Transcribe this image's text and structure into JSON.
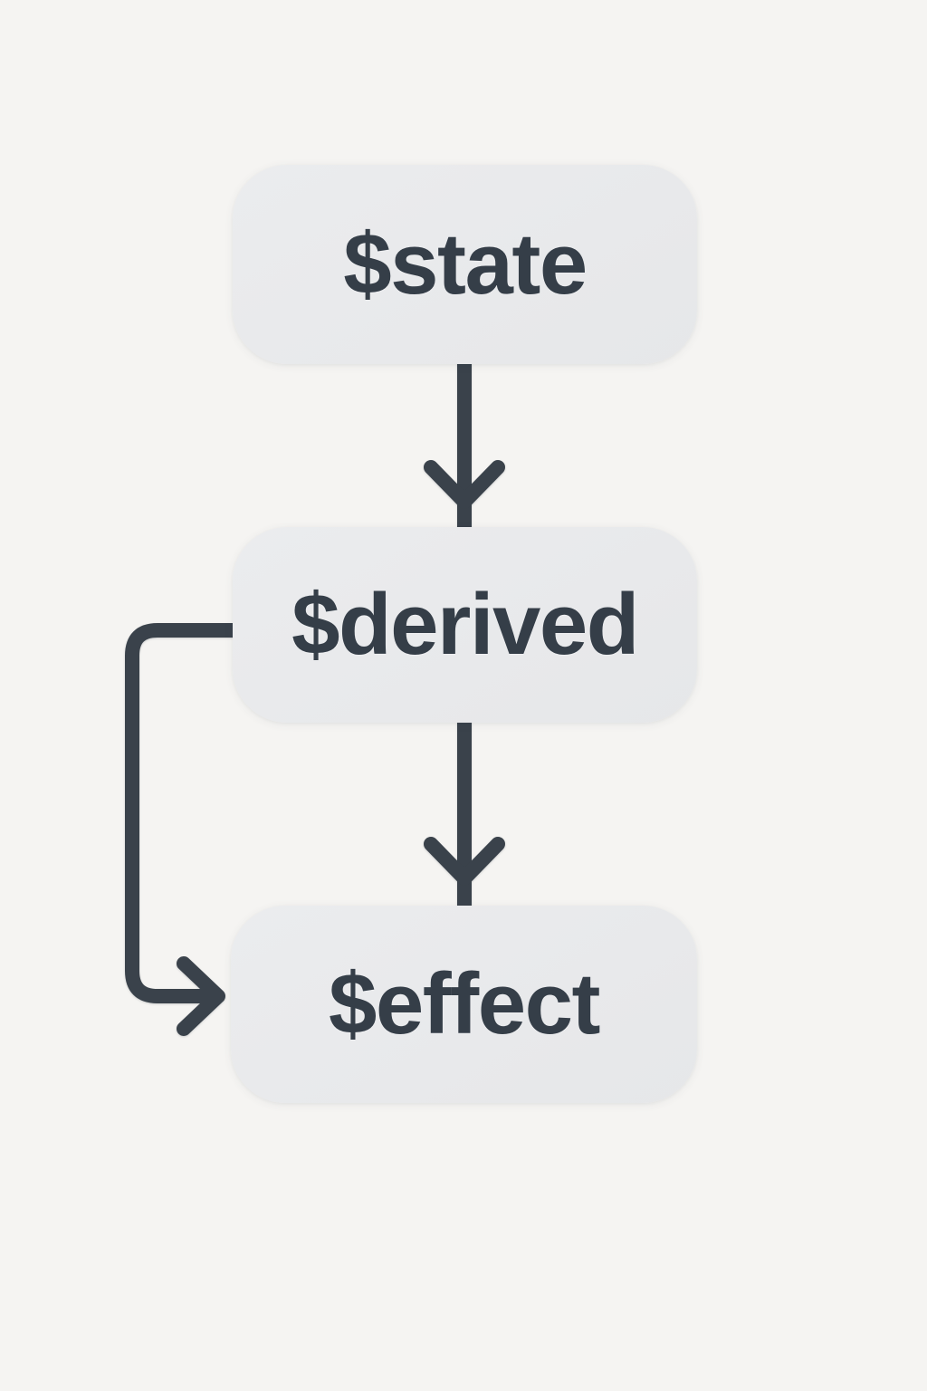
{
  "diagram": {
    "title": "svelte-runes-reactivity-flow",
    "colors": {
      "background": "#f5f4f2",
      "node_fill": "#e8e9ea",
      "line_ink": "#3a424b",
      "text_ink": "#353e48"
    },
    "nodes": [
      {
        "id": "state",
        "label": "$state"
      },
      {
        "id": "derived",
        "label": "$derived"
      },
      {
        "id": "effect",
        "label": "$effect"
      }
    ],
    "edges": [
      {
        "from": "state",
        "to": "derived",
        "style": "straight-down-arrow"
      },
      {
        "from": "derived",
        "to": "effect",
        "style": "straight-down-arrow"
      },
      {
        "from": "derived",
        "to": "effect",
        "style": "left-bypass-elbow-arrow"
      }
    ]
  }
}
